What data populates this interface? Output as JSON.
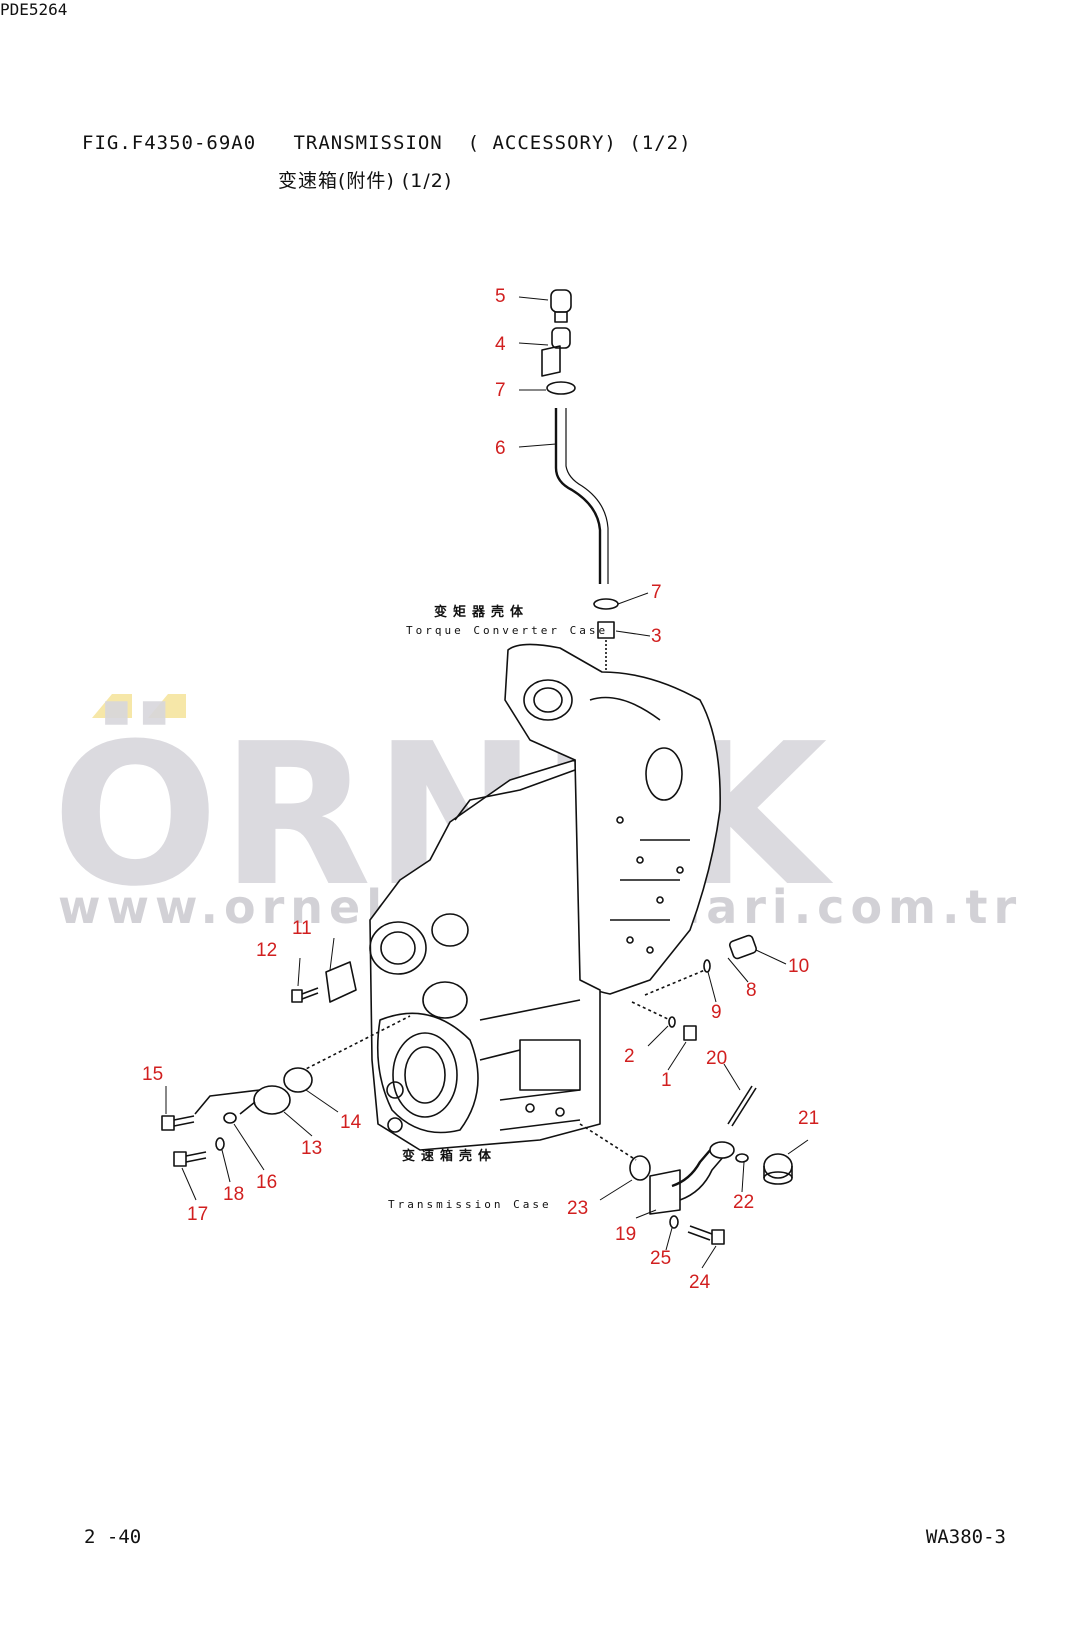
{
  "header": {
    "figure_line": "FIG.F4350-69A0   TRANSMISSION  ( ACCESSORY) (1/2)",
    "figure_line_cn": "变速箱(附件) (1/2)"
  },
  "diagram": {
    "case_labels": [
      {
        "cn": "变矩器壳体",
        "en": "Torque Converter Case"
      },
      {
        "cn": "变速箱壳体",
        "en": "Transmission Case"
      }
    ],
    "callouts": [
      "5",
      "4",
      "7",
      "6",
      "7",
      "3",
      "10",
      "8",
      "9",
      "11",
      "12",
      "2",
      "1",
      "20",
      "15",
      "14",
      "13",
      "16",
      "18",
      "17",
      "21",
      "22",
      "23",
      "19",
      "25",
      "24"
    ]
  },
  "drawing_code": "PDE5264",
  "footer": {
    "page": "2 -40",
    "model": "WA380-3"
  },
  "watermark": {
    "word": "ÖRNEK",
    "url": "www.ornekdokumanlari.com.tr"
  },
  "colors": {
    "callout": "#d11f1f",
    "watermark": "#d8d7dc",
    "watermark_accent": "#f6e7a8"
  }
}
